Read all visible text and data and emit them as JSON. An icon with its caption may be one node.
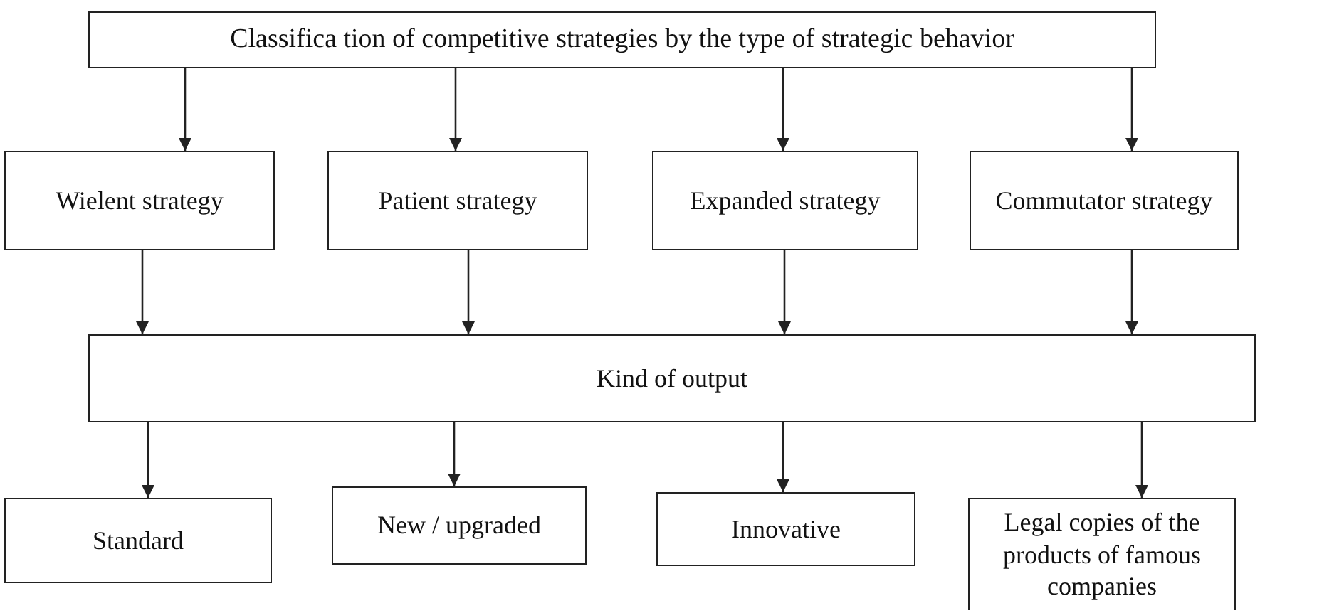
{
  "diagram": {
    "nodes": [
      {
        "text": [
          "Classifica tion of competitive strategies by the type of strategic behavior"
        ]
      },
      {
        "text": [
          "Wielent strategy"
        ]
      },
      {
        "text": [
          "Patient strategy"
        ]
      },
      {
        "text": [
          "Expanded strategy"
        ]
      },
      {
        "text": [
          "Commutator strategy"
        ]
      },
      {
        "text": [
          "Kind of output"
        ]
      },
      {
        "text": [
          "Standard"
        ]
      },
      {
        "text": [
          "New / upgraded"
        ]
      },
      {
        "text": [
          "Innovative"
        ]
      },
      {
        "text": [
          "Legal copies of the products of famous companies"
        ]
      }
    ],
    "edges": [
      {
        "from": 0,
        "to": 1,
        "arrow": "to"
      },
      {
        "from": 0,
        "to": 2,
        "arrow": "to"
      },
      {
        "from": 0,
        "to": 3,
        "arrow": "to"
      },
      {
        "from": 0,
        "to": 4,
        "arrow": "to"
      },
      {
        "from": 1,
        "to": 5,
        "arrow": "to"
      },
      {
        "from": 2,
        "to": 5,
        "arrow": "to"
      },
      {
        "from": 3,
        "to": 5,
        "arrow": "to"
      },
      {
        "from": 4,
        "to": 5,
        "arrow": "to"
      },
      {
        "from": 5,
        "to": 6,
        "arrow": "to"
      },
      {
        "from": 5,
        "to": 7,
        "arrow": "to"
      },
      {
        "from": 5,
        "to": 8,
        "arrow": "to"
      },
      {
        "from": 5,
        "to": 9,
        "arrow": "to"
      }
    ]
  }
}
